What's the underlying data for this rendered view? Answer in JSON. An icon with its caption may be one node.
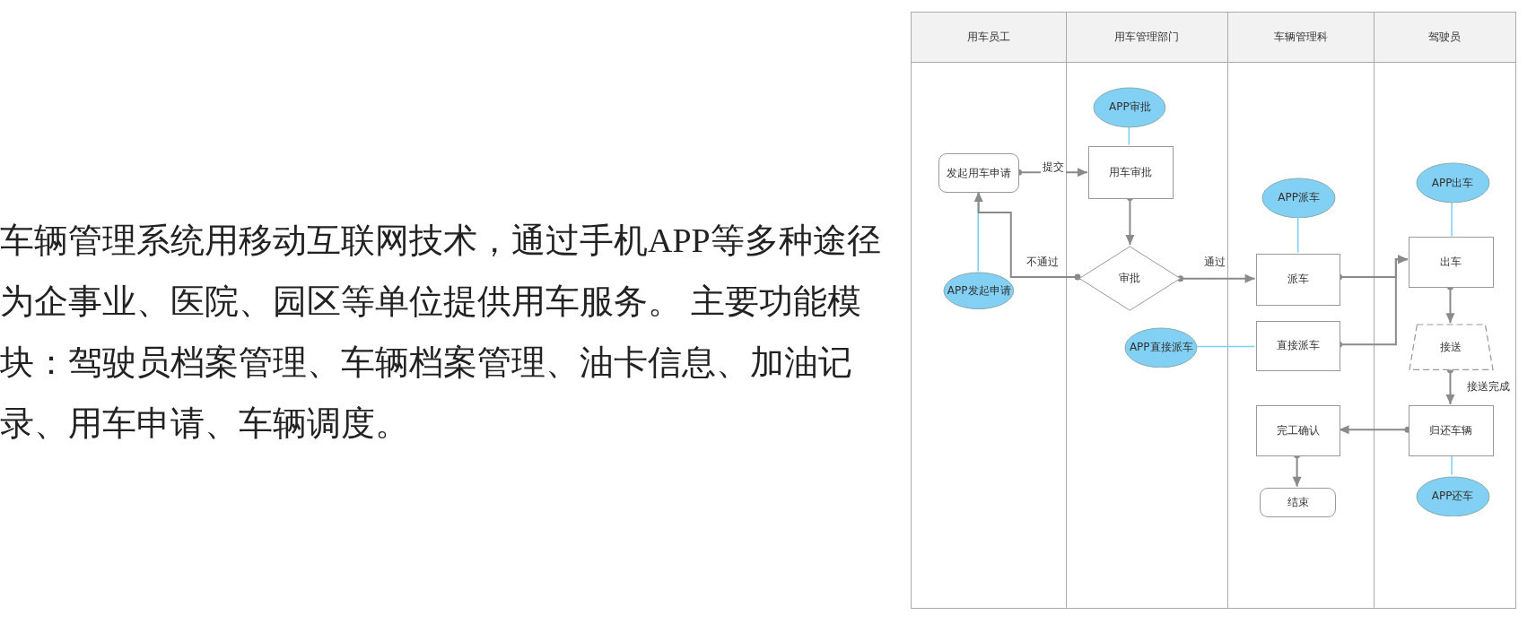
{
  "diagram": {
    "nodes": [
      {
        "text": [
          "用车员工"
        ]
      },
      {
        "text": [
          "用车管理部门"
        ]
      },
      {
        "text": [
          "车辆管理科"
        ]
      },
      {
        "text": [
          "驾驶员"
        ]
      },
      {
        "text": [
          "APP审批"
        ],
        "in": 1
      },
      {
        "text": [
          "发起用车申请"
        ],
        "in": 0
      },
      {
        "text": [
          "用车审批"
        ],
        "in": 1
      },
      {
        "text": [
          "APP出车"
        ],
        "in": 3
      },
      {
        "text": [
          "APP派车"
        ],
        "in": 2
      },
      {
        "text": [
          "出车"
        ],
        "in": 3
      },
      {
        "text": [
          "审批"
        ],
        "in": 1
      },
      {
        "text": [
          "派车"
        ],
        "in": 2
      },
      {
        "text": [
          "APP发起申请"
        ],
        "in": 0
      },
      {
        "text": [
          "APP直接派车"
        ],
        "in": 1
      },
      {
        "text": [
          "直接派车"
        ],
        "in": 2
      },
      {
        "text": [
          "接送"
        ],
        "in": 3
      },
      {
        "text": [
          "完工确认"
        ],
        "in": 2
      },
      {
        "text": [
          "归还车辆"
        ],
        "in": 3
      },
      {
        "text": [
          "APP还车"
        ],
        "in": 3
      },
      {
        "text": [
          "结束"
        ],
        "in": 2
      }
    ],
    "edges": [
      {
        "from": 12,
        "to": 5,
        "arrow": "none",
        "color": "#7fd0f5"
      },
      {
        "from": 4,
        "to": 6,
        "arrow": "none",
        "color": "#7fd0f5"
      },
      {
        "from": 8,
        "to": 11,
        "arrow": "none",
        "color": "#7fd0f5"
      },
      {
        "from": 7,
        "to": 9,
        "arrow": "none",
        "color": "#7fd0f5"
      },
      {
        "from": 13,
        "to": 14,
        "arrow": "none",
        "color": "#7fd0f5"
      },
      {
        "from": 18,
        "to": 17,
        "arrow": "none",
        "color": "#7fd0f5"
      },
      {
        "from": 5,
        "to": 6,
        "arrow": "to",
        "label": "提交"
      },
      {
        "from": 6,
        "to": 10,
        "arrow": "to"
      },
      {
        "from": 10,
        "to": 5,
        "arrow": "to",
        "label": "不通过"
      },
      {
        "from": 10,
        "to": 11,
        "arrow": "to",
        "label": "通过"
      },
      {
        "from": 11,
        "to": 9,
        "arrow": "to"
      },
      {
        "from": 14,
        "to": 9,
        "arrow": "to"
      },
      {
        "from": 9,
        "to": 15,
        "arrow": "to"
      },
      {
        "from": 15,
        "to": 17,
        "arrow": "to",
        "label": "接送完成"
      },
      {
        "from": 17,
        "to": 16,
        "arrow": "to"
      },
      {
        "from": 16,
        "to": 19,
        "arrow": "to"
      }
    ],
    "labels": [
      "车辆管理系统用移动互联网技术，通过手机APP等多种途径为企事业、医院、园区等单位提供用车服务。 主要功能模块：驾驶员档案管理、车辆档案管理、油卡信息、加油记录、用车申请、车辆调度。"
    ]
  }
}
